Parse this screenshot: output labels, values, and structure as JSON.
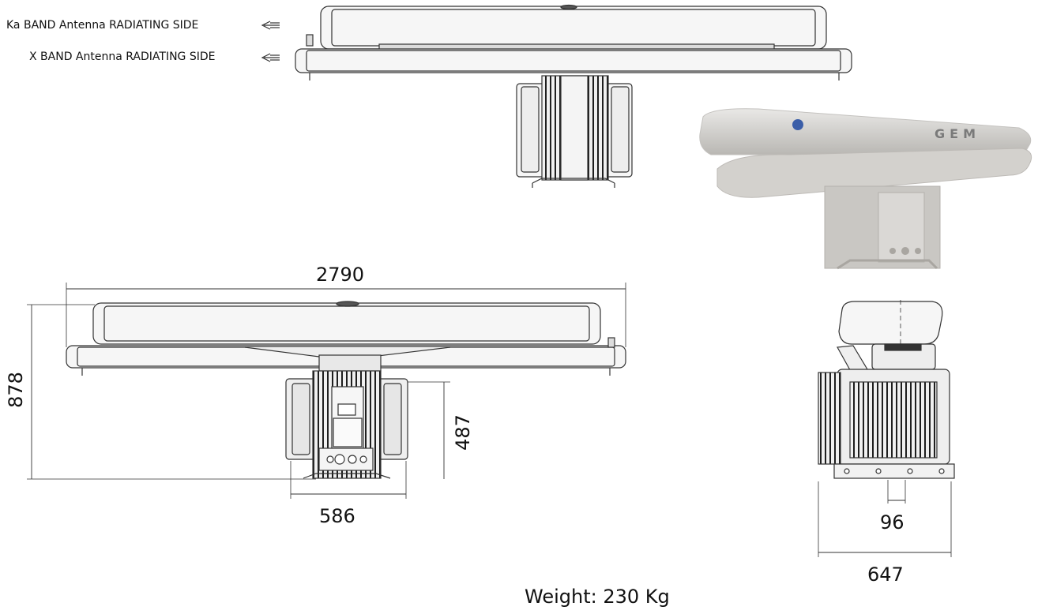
{
  "labels": {
    "ka_band": "Ka BAND Antenna RADIATING SIDE",
    "x_band": "X BAND Antenna RADIATING SIDE"
  },
  "dimensions": {
    "width_total": "2790",
    "height_total": "878",
    "pedestal_height": "487",
    "pedestal_width": "586",
    "side_inner": "96",
    "side_width": "647"
  },
  "footer": {
    "weight": "Weight: 230 Kg"
  },
  "photo": {
    "logo_text": "GEM"
  },
  "colors": {
    "line": "#333333",
    "panel": "#f4f4f4",
    "dark": "#2a2a2a",
    "photo_body": "#d9d7d4"
  }
}
